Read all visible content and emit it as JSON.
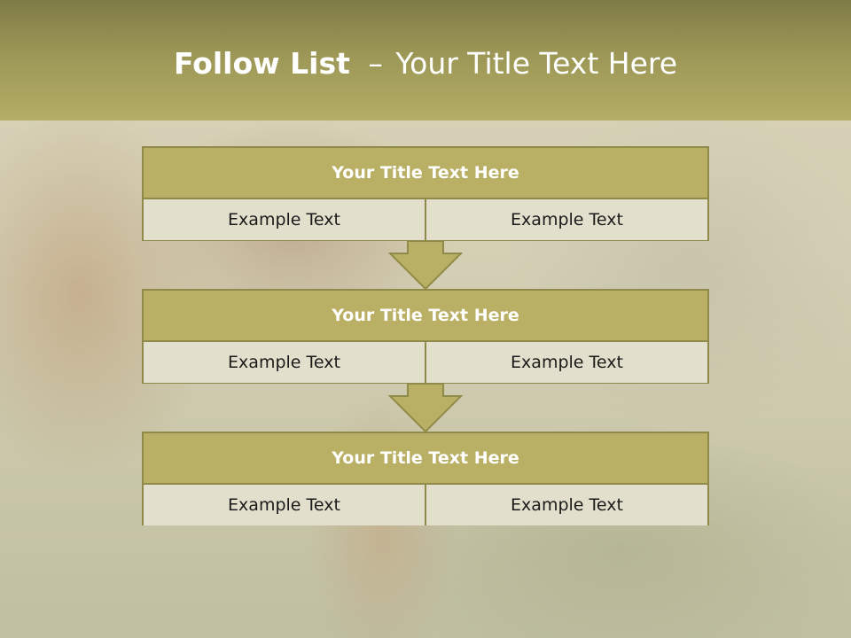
{
  "slide": {
    "title_bold": "Follow List",
    "title_separator": "–",
    "title_rest": "Your Title Text Here"
  },
  "flow": [
    {
      "title": "Your Title Text Here",
      "left": "Example Text",
      "right": "Example Text"
    },
    {
      "title": "Your Title Text Here",
      "left": "Example Text",
      "right": "Example Text"
    },
    {
      "title": "Your Title Text Here",
      "left": "Example Text",
      "right": "Example Text"
    }
  ],
  "colors": {
    "header_band": "#9c9756",
    "box_header": "#bab065",
    "box_body": "#e2e0cc",
    "border": "#8f8a4a",
    "arrow_fill": "#bab065"
  },
  "icons": [
    "down-arrow-icon"
  ]
}
